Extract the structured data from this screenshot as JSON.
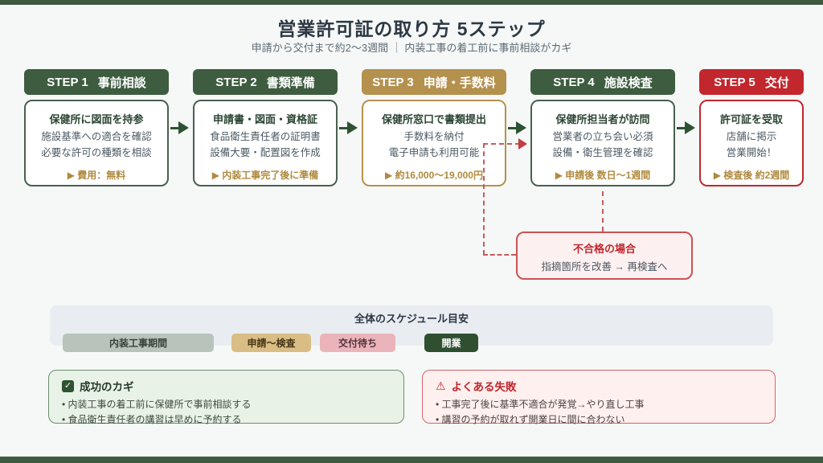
{
  "page": {
    "title": "営業許可証の取り方 5ステップ",
    "subtitle": "申請から交付まで約2〜3週間 ｜ 内装工事の着工前に事前相談がカギ"
  },
  "steps": [
    {
      "label": "STEP 1",
      "name": "事前相談",
      "theme": "green",
      "lines": [
        "保健所に図面を持参",
        "施設基準への適合を確認",
        "必要な許可の種類を相談"
      ],
      "note": "▶ 費用：無料"
    },
    {
      "label": "STEP 2",
      "name": "書類準備",
      "theme": "green",
      "lines": [
        "申請書・図面・資格証",
        "食品衛生責任者の証明書",
        "設備大要・配置図を作成"
      ],
      "note": "▶ 内装工事完了後に準備"
    },
    {
      "label": "STEP 3",
      "name": "申請・手数料",
      "theme": "gold",
      "lines": [
        "保健所窓口で書類提出",
        "手数料を納付",
        "電子申請も利用可能"
      ],
      "note": "▶ 約16,000〜19,000円"
    },
    {
      "label": "STEP 4",
      "name": "施設検査",
      "theme": "green",
      "lines": [
        "保健所担当者が訪問",
        "営業者の立ち会い必須",
        "設備・衛生管理を確認"
      ],
      "note": "▶ 申請後 数日〜1週間"
    },
    {
      "label": "STEP 5",
      "name": "交付",
      "theme": "red",
      "lines": [
        "許可証を受取",
        "店舗に掲示",
        "営業開始！"
      ],
      "note": "▶ 検査後 約2週間"
    }
  ],
  "fail_box": {
    "title": "不合格の場合",
    "body": "指摘箇所を改善 → 再検査へ"
  },
  "schedule": {
    "title": "全体のスケジュール目安",
    "bars": [
      {
        "label": "内装工事期間",
        "color": "#b8c3bb"
      },
      {
        "label": "申請〜検査",
        "color": "#d9bd85"
      },
      {
        "label": "交付待ち",
        "color": "#eab4ba"
      },
      {
        "label": "開業",
        "color": "#2f4f30"
      }
    ]
  },
  "success_box": {
    "title": "成功のカギ",
    "items": [
      "内装工事の着工前に保健所で事前相談する",
      "食品衛生責任者の講習は早めに予約する"
    ]
  },
  "failure_box": {
    "title": "よくある失敗",
    "items": [
      "工事完了後に基準不適合が発覚→やり直し工事",
      "講習の予約が取れず開業日に間に合わない"
    ]
  },
  "icons": {
    "check": "✓",
    "warning": "⚠"
  },
  "colors": {
    "accent_green": "#3e5c40",
    "accent_gold": "#b5914e",
    "accent_red": "#c1272d",
    "note_gold": "#b08a3e",
    "dashed_red": "#c75b5b",
    "edge_bar": "#3e5a40"
  }
}
